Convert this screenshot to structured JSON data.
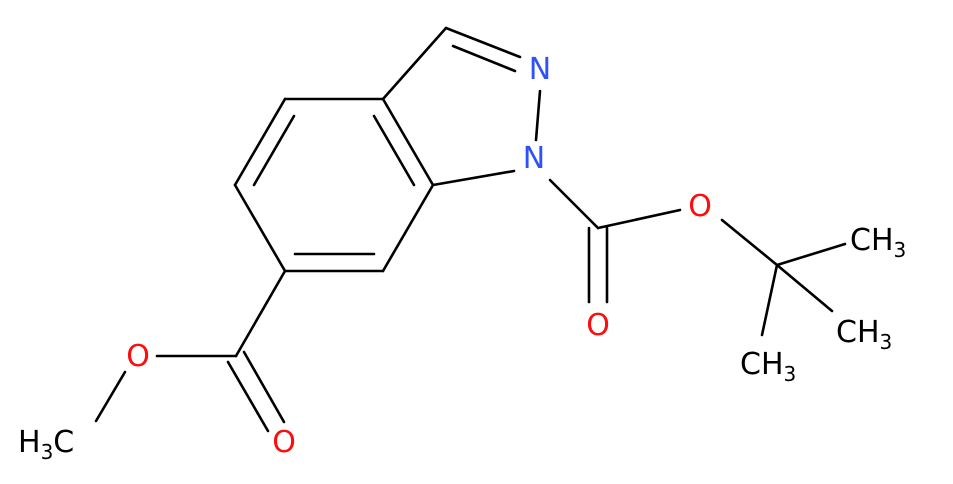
{
  "molecule": {
    "atoms": {
      "n2": {
        "label": "N",
        "sub": "",
        "color": "#3050F8"
      },
      "n1": {
        "label": "N",
        "sub": "",
        "color": "#3050F8"
      },
      "o_ester_boc": {
        "label": "O",
        "sub": "",
        "color": "#FF0D0D"
      },
      "o_carbonyl_boc": {
        "label": "O",
        "sub": "",
        "color": "#FF0D0D"
      },
      "o_ester_me": {
        "label": "O",
        "sub": "",
        "color": "#FF0D0D"
      },
      "o_carbonyl_me": {
        "label": "O",
        "sub": "",
        "color": "#FF0D0D"
      },
      "methyl_me": {
        "label": "H",
        "sub": "3",
        "tail": "C",
        "color": "#000000"
      },
      "methyl_a": {
        "label": "CH",
        "sub": "3",
        "color": "#000000"
      },
      "methyl_b": {
        "label": "CH",
        "sub": "3",
        "color": "#000000"
      },
      "methyl_c": {
        "label": "CH",
        "sub": "3",
        "color": "#000000"
      }
    }
  }
}
